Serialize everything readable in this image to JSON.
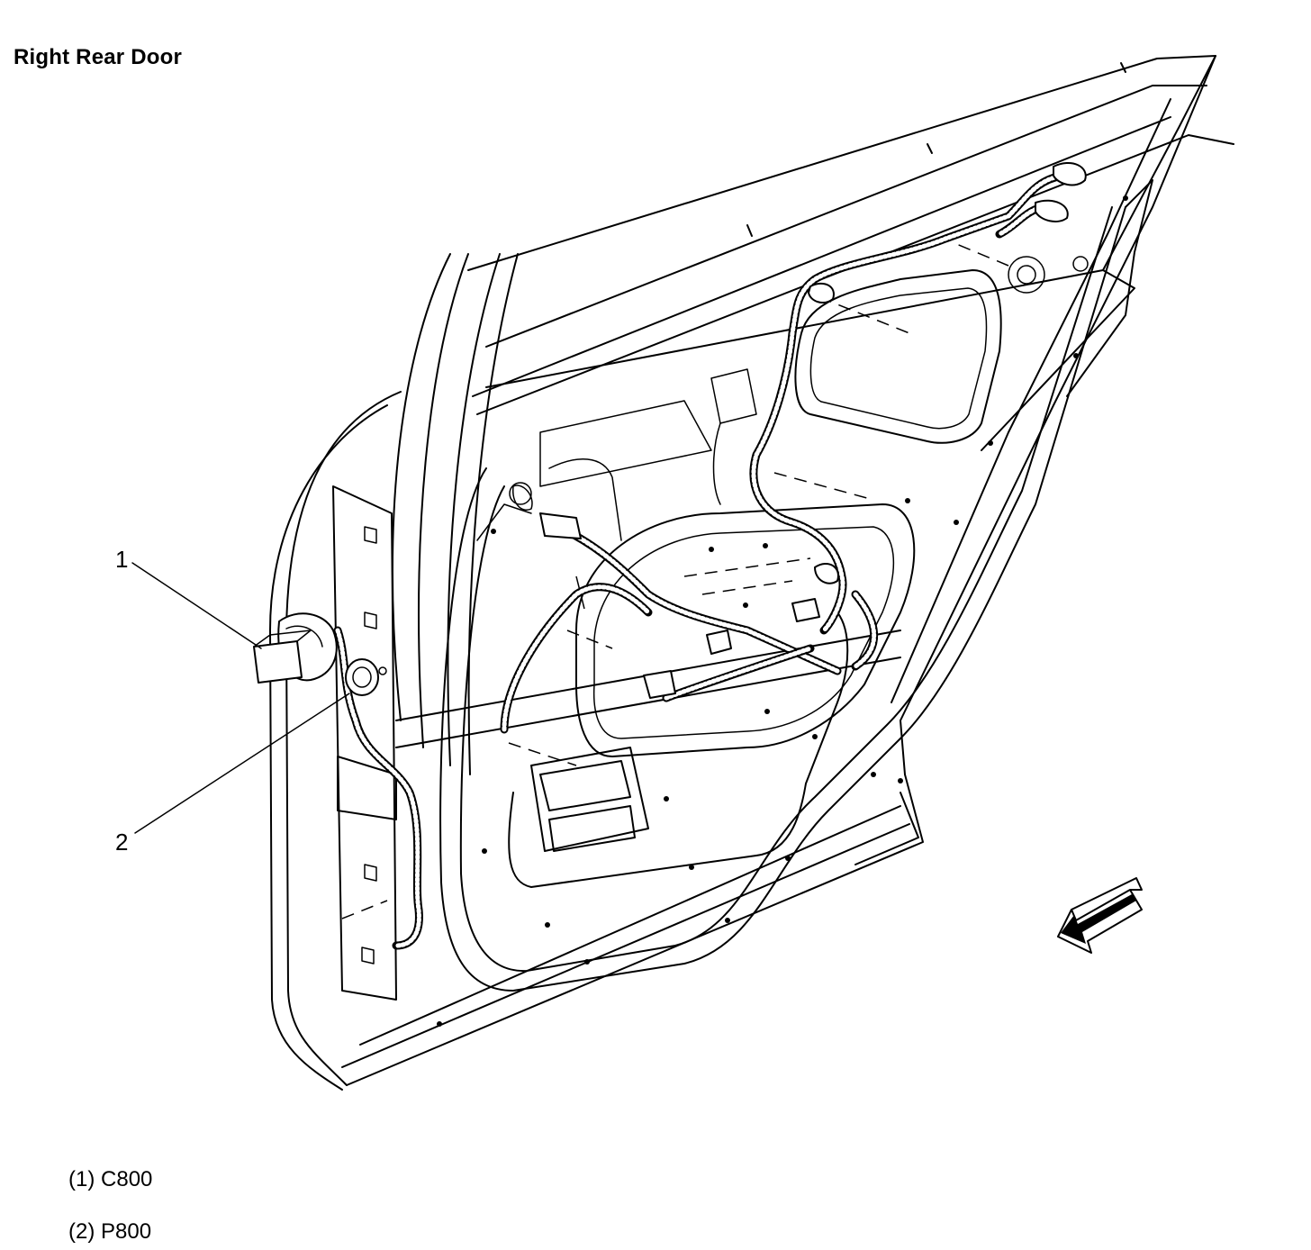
{
  "title": "Right Rear Door",
  "callouts": [
    {
      "number": "1"
    },
    {
      "number": "2"
    }
  ],
  "legend": [
    {
      "number": "(1)",
      "text": "C800"
    },
    {
      "number": "(2)",
      "text": "P800"
    }
  ]
}
